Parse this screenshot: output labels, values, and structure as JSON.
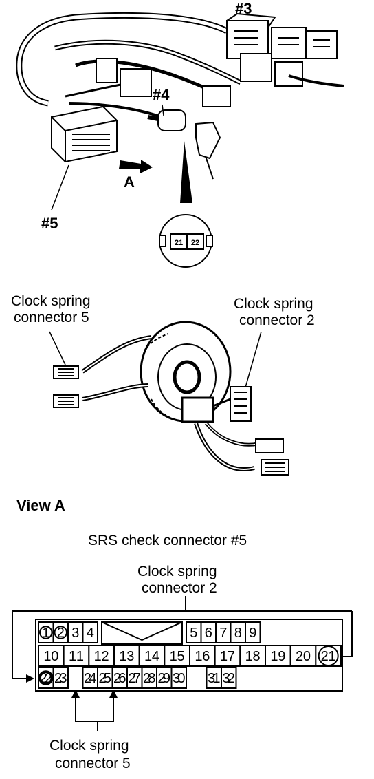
{
  "top_illustration": {
    "callouts": {
      "c3": "#3",
      "c4": "#4",
      "c5": "#5",
      "arrow_a": "A"
    },
    "inset_pins": [
      "21",
      "22"
    ]
  },
  "clock_spring": {
    "left_label": [
      "Clock spring",
      "connector 5"
    ],
    "right_label": [
      "Clock spring",
      "connector 2"
    ]
  },
  "view_label": "View  A",
  "srs": {
    "title": "SRS check connector #5",
    "top_callout": [
      "Clock spring",
      "connector 2"
    ],
    "bottom_callout": [
      "Clock spring",
      "connector 5"
    ],
    "rows": [
      [
        "1",
        "2",
        "3",
        "4",
        "5",
        "6",
        "7",
        "8",
        "9"
      ],
      [
        "10",
        "11",
        "12",
        "13",
        "14",
        "15",
        "16",
        "17",
        "18",
        "19",
        "20",
        "21"
      ],
      [
        "22",
        "23",
        "24",
        "25",
        "26",
        "27",
        "28",
        "29",
        "30",
        "31",
        "32"
      ]
    ],
    "circled_pins": [
      "1",
      "2",
      "21",
      "22"
    ]
  }
}
